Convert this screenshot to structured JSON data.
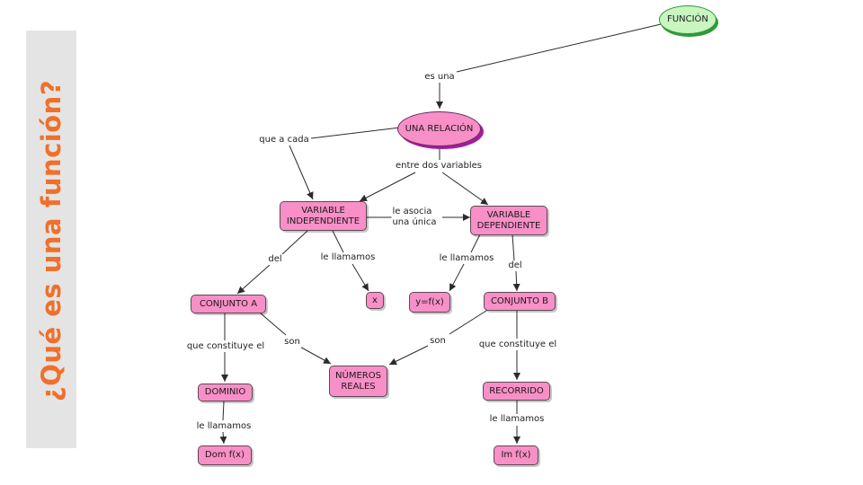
{
  "side_title": "¿Qué es una función?",
  "colors": {
    "box_fill": "#f98fc7",
    "root_fill": "#c8f5c0",
    "root_border": "#2f9a3a",
    "oval_fill": "#f98fc7",
    "oval_shadow": "#a21d9a",
    "sidebar_bg": "#e4e4e4",
    "title_color": "#f0702b",
    "line": "#2b2b2b"
  },
  "nodes": {
    "funcion": "FUNCIÓN",
    "relacion": "UNA RELACIÓN",
    "var_ind": "VARIABLE\nINDEPENDIENTE",
    "var_dep": "VARIABLE\nDEPENDIENTE",
    "conj_a": "CONJUNTO A",
    "x": "x",
    "yfx": "y=f(x)",
    "conj_b": "CONJUNTO B",
    "reales": "NÚMEROS\nREALES",
    "dominio": "DOMINIO",
    "recorrido": "RECORRIDO",
    "domfx": "Dom f(x)",
    "imfx": "Im f(x)"
  },
  "links": {
    "es_una": "es una",
    "que_a_cada": "que a cada",
    "entre_dos": "entre dos variables",
    "le_asocia": "le asocia\nuna única",
    "del_a": "del",
    "le_llamamos_x": "le llamamos",
    "le_llamamos_y": "le llamamos",
    "del_b": "del",
    "son_a": "son",
    "son_b": "son",
    "constituye_a": "que constituye el",
    "constituye_b": "que constituye el",
    "le_llamamos_dom": "le llamamos",
    "le_llamamos_im": "le llamamos"
  }
}
